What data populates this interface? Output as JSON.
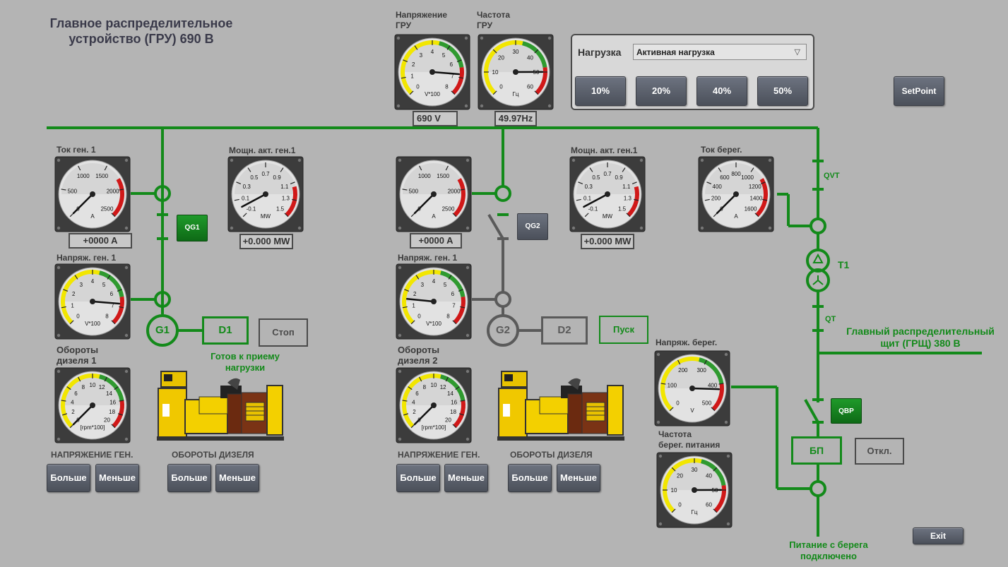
{
  "title": "Главное распределительное\nустройство (ГРУ) 690 В",
  "top": {
    "voltage_label": "Напряжение\nГРУ",
    "freq_label": "Частота\nГРУ",
    "voltage_value": "690 V",
    "freq_value": "49.97Hz"
  },
  "load_panel": {
    "label": "Нагрузка",
    "selected": "Активная нагрузка",
    "buttons": [
      "10%",
      "20%",
      "40%",
      "50%"
    ]
  },
  "setpoint_label": "SetPoint",
  "gen1": {
    "current_label": "Ток ген. 1",
    "current_value": "+0000 A",
    "power_label": "Мощн. акт. ген.1",
    "power_value": "+0.000 MW",
    "voltage_label": "Напряж. ген. 1",
    "rpm_label": "Обороты\nдизеля 1",
    "breaker": "QG1",
    "gen": "G1",
    "diesel": "D1",
    "cmd_button": "Стоп",
    "status": "Готов к приему\nнагрузки"
  },
  "gen2": {
    "current_label": "",
    "current_value": "+0000 A",
    "power_label": "Мощн. акт. ген.1",
    "power_value": "+0.000 MW",
    "voltage_label": "Напряж. ген. 1",
    "rpm_label": "Обороты\nдизеля 2",
    "breaker": "QG2",
    "gen": "G2",
    "diesel": "D2",
    "cmd_button": "Пуск"
  },
  "controls": {
    "voltage_gen": "НАПРЯЖЕНИЕ ГЕН.",
    "rpm_diesel": "ОБОРОТЫ ДИЗЕЛЯ",
    "more": "Больше",
    "less": "Меньше"
  },
  "shore": {
    "current_label": "Ток берег.",
    "voltage_label": "Напряж. берег.",
    "freq_label": "Частота\nберег. питания",
    "qvt": "QVT",
    "t1": "T1",
    "qt": "QT",
    "qbp": "QBP",
    "bp": "БП",
    "off_button": "Откл.",
    "grsh": "Главный распределительный\nщит (ГРЩ) 380 В",
    "status": "Питание с берега\nподключено"
  },
  "exit_label": "Exit",
  "gauges": {
    "volt": {
      "ticks": [
        "0",
        "1",
        "2",
        "3",
        "4",
        "5",
        "6",
        "7",
        "8"
      ],
      "unit": "V*100",
      "value": 6.8
    },
    "freq": {
      "ticks": [
        "0",
        "10",
        "20",
        "30",
        "40",
        "50",
        "60"
      ],
      "unit": "Гц",
      "value": 49.97
    },
    "current": {
      "ticks": [
        "0",
        "500",
        "1000",
        "1500",
        "2000",
        "2500"
      ],
      "unit": "A",
      "value": 0
    },
    "power": {
      "ticks": [
        "-0.1",
        "0.1",
        "0.3",
        "0.5",
        "0.7",
        "0.9",
        "1.1",
        "1.3",
        "1.5"
      ],
      "unit": "MW",
      "value": 0
    },
    "rpm": {
      "ticks": [
        "0",
        "2",
        "4",
        "6",
        "8",
        "10",
        "12",
        "14",
        "16",
        "18",
        "20"
      ],
      "unit": "[rpm*100]",
      "value": 0
    },
    "shore_current": {
      "ticks": [
        "0",
        "200",
        "400",
        "600",
        "800",
        "1000",
        "1200",
        "1400",
        "1600"
      ],
      "unit": "A",
      "value": 0
    },
    "shore_volt": {
      "ticks": [
        "0",
        "100",
        "200",
        "300",
        "400",
        "500"
      ],
      "unit": "V",
      "value": 420
    },
    "gen1_volt_value": 6.8,
    "gen2_volt_value": 1.5,
    "gen1_rpm_value": 0,
    "gen2_rpm_value": 0,
    "shore_freq_value": 49.97
  },
  "colors": {
    "line_green": "#138a1a",
    "line_gray": "#5a5a5a"
  }
}
